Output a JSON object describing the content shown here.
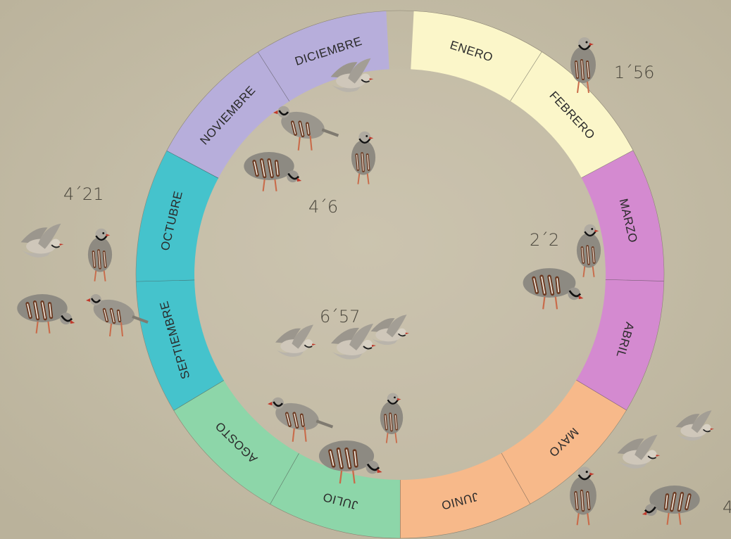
{
  "colors": {
    "background": "#c3bba5",
    "inner_disc": "#c9c1ac",
    "winter_purple": "#b7aedb",
    "january_yellow": "#fbf6c9",
    "spring_magenta": "#d48ad0",
    "summer_orange": "#f7b98a",
    "summer_green": "#8dd6a9",
    "autumn_cyan": "#45c3cc"
  },
  "months": [
    {
      "name": "ENERO",
      "color": "#fbf6c9"
    },
    {
      "name": "FEBRERO",
      "color": "#fbf6c9"
    },
    {
      "name": "MARZO",
      "color": "#d48ad0"
    },
    {
      "name": "ABRIL",
      "color": "#d48ad0"
    },
    {
      "name": "MAYO",
      "color": "#f7b98a"
    },
    {
      "name": "JUNIO",
      "color": "#f7b98a"
    },
    {
      "name": "JULIO",
      "color": "#8dd6a9"
    },
    {
      "name": "AGOSTO",
      "color": "#8dd6a9"
    },
    {
      "name": "SEPTIEMBRE",
      "color": "#45c3cc"
    },
    {
      "name": "OCTUBRE",
      "color": "#45c3cc"
    },
    {
      "name": "NOVIEMBRE",
      "color": "#b7aedb"
    },
    {
      "name": "DICIEMBRE",
      "color": "#b7aedb"
    }
  ],
  "values": {
    "feb": "1´56",
    "mar_apr": "2´2",
    "may_jun": "4",
    "jul_aug": "6´57",
    "sep_oct": "4´21",
    "nov_dec": "4´6"
  },
  "birds": [
    {
      "name": "partridge-feb",
      "kind": "standing"
    },
    {
      "name": "partridge-marzo",
      "kind": "standing"
    },
    {
      "name": "partridge-abril",
      "kind": "pecking"
    },
    {
      "name": "partridge-mayo-1",
      "kind": "standing"
    },
    {
      "name": "partridge-mayo-2",
      "kind": "pecking"
    },
    {
      "name": "partridge-mayo-3",
      "kind": "flying"
    },
    {
      "name": "partridge-mayo-4",
      "kind": "flying"
    },
    {
      "name": "partridge-julio-1",
      "kind": "pecking"
    },
    {
      "name": "partridge-julio-2",
      "kind": "walking"
    },
    {
      "name": "partridge-julio-3",
      "kind": "standing"
    },
    {
      "name": "partridge-julio-4",
      "kind": "flying"
    },
    {
      "name": "partridge-julio-5",
      "kind": "flying"
    },
    {
      "name": "partridge-julio-6",
      "kind": "flying"
    },
    {
      "name": "partridge-sep-1",
      "kind": "flying"
    },
    {
      "name": "partridge-sep-2",
      "kind": "standing"
    },
    {
      "name": "partridge-sep-3",
      "kind": "pecking"
    },
    {
      "name": "partridge-sep-4",
      "kind": "walking"
    },
    {
      "name": "partridge-nov-1",
      "kind": "pecking"
    },
    {
      "name": "partridge-nov-2",
      "kind": "walking"
    },
    {
      "name": "partridge-nov-3",
      "kind": "standing"
    },
    {
      "name": "partridge-dic-1",
      "kind": "flying"
    }
  ]
}
